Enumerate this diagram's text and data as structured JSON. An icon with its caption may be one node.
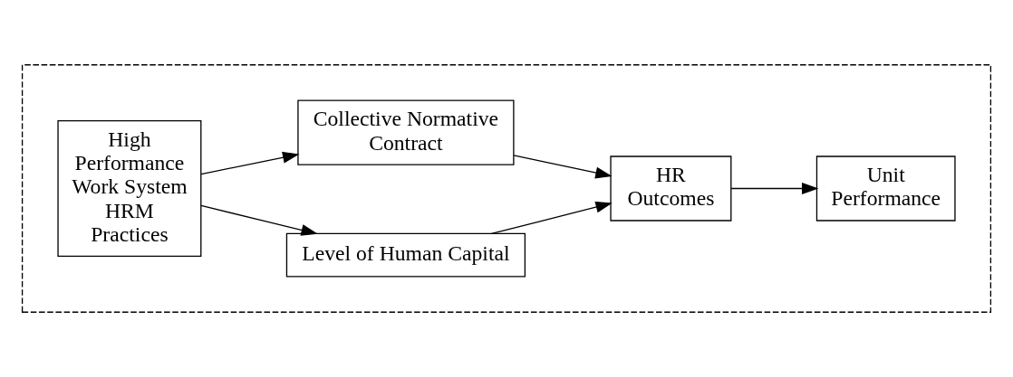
{
  "diagram": {
    "nodes": [
      {
        "text": [],
        "shape": "box"
      },
      {
        "text": [
          "High Performance Work System HRM Practices"
        ],
        "in": 0
      },
      {
        "text": [
          "Level of Human Capital"
        ],
        "in": 0
      },
      {
        "text": [
          "Collective Normative Contract"
        ],
        "in": 0
      },
      {
        "text": [
          "HR Outcomes"
        ],
        "in": 0
      },
      {
        "text": [
          "Unit Performance"
        ],
        "in": 0
      }
    ],
    "edges": [
      {
        "from": 1,
        "to": 2,
        "arrow": "to"
      },
      {
        "from": 1,
        "to": 3,
        "arrow": "to"
      },
      {
        "from": 2,
        "to": 4,
        "arrow": "to"
      },
      {
        "from": 3,
        "to": 4,
        "arrow": "to"
      },
      {
        "from": 4,
        "to": 5,
        "arrow": "to"
      }
    ]
  }
}
